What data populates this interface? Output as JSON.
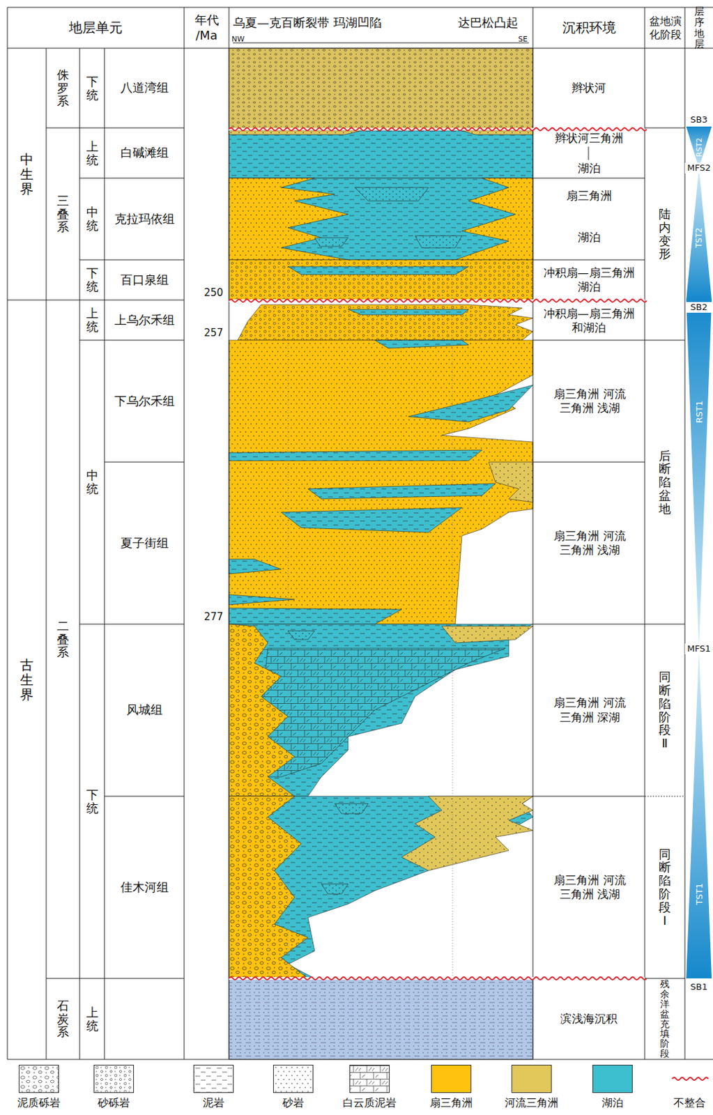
{
  "diagram": {
    "labels": [
      "地层单元",
      "年代 /Ma",
      "乌夏—克百断裂带 玛湖凹陷",
      "达巴松凸起",
      "NW",
      "SE",
      "沉积环境",
      "盆地演化阶段",
      "层序地层",
      "中生界",
      "古生界",
      "侏罗系",
      "三叠系",
      "二叠系",
      "石炭系",
      "下统",
      "上统",
      "中统",
      "下统",
      "上统",
      "中统",
      "下统",
      "上统",
      "八道湾组",
      "白碱滩组",
      "克拉玛依组",
      "百口泉组",
      "上乌尔禾组",
      "下乌尔禾组",
      "夏子街组",
      "风城组",
      "佳木河组",
      "250",
      "257",
      "277",
      "辫状河",
      "辫状河三角洲",
      "湖泊",
      "扇三角洲",
      "湖泊",
      "冲积扇—扇三角洲 湖泊",
      "冲积扇—扇三角洲 和湖泊",
      "扇三角洲 河流三角洲 浅湖",
      "扇三角洲 河流三角洲 浅湖",
      "扇三角洲 河流三角洲 深湖",
      "扇三角洲 河流三角洲 浅湖",
      "滨浅海沉积",
      "陆内变形",
      "后断陷盆地",
      "同断陷阶段 Ⅱ",
      "同断陷阶段 Ⅰ",
      "残余洋盆充填阶段",
      "SB3",
      "RST2",
      "MFS2",
      "TST2",
      "SB2",
      "RST1",
      "MFS1",
      "TST1",
      "SB1"
    ],
    "legend": [
      {
        "text": "泥质砾岩"
      },
      {
        "text": "砂砾岩"
      },
      {
        "text": "泥岩"
      },
      {
        "text": "砂岩"
      },
      {
        "text": "白云质泥岩"
      },
      {
        "text": "扇三角洲",
        "color": "#ffc20e"
      },
      {
        "text": "河流三角洲",
        "color": "#e2c75b"
      },
      {
        "text": "湖泊",
        "color": "#3dbfcf"
      },
      {
        "text": "不整合"
      }
    ]
  }
}
